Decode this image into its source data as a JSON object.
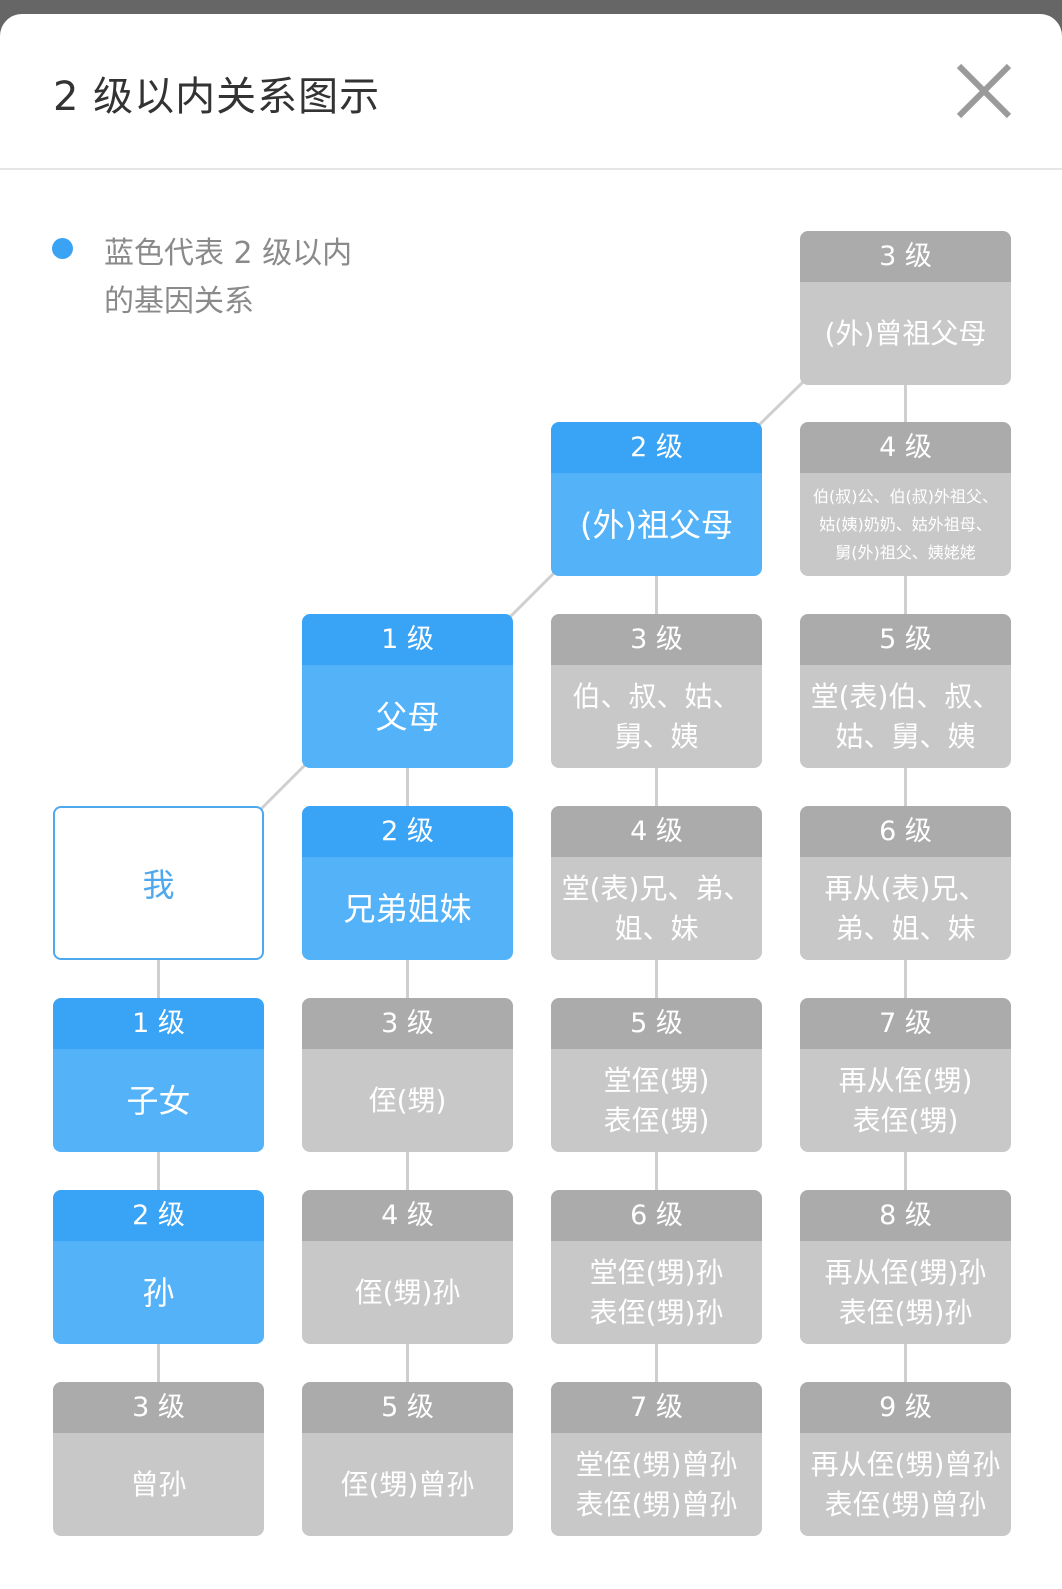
{
  "header": {
    "title": "2 级以内关系图示",
    "close_icon": "close-icon"
  },
  "legend": {
    "line1": "蓝色代表 2 级以内",
    "line2": "的基因关系",
    "color": "#3ba3f4"
  },
  "colors": {
    "blue_header": "#39a3f5",
    "blue_body": "#53b2f8",
    "gray_header": "#ababab",
    "gray_body": "#c8c8c8",
    "self_border": "#4ea8ee"
  },
  "cells": [
    {
      "level": "3 级",
      "lines": [
        "(外)曾祖父母"
      ],
      "type": "gray"
    },
    {
      "level": "2 级",
      "lines": [
        "(外)祖父母"
      ],
      "type": "blue"
    },
    {
      "level": "4 级",
      "lines": [
        "伯(叔)公、伯(叔)外祖父、",
        "姑(姨)奶奶、姑外祖母、",
        "舅(外)祖父、姨姥姥"
      ],
      "type": "gray"
    },
    {
      "level": "1 级",
      "lines": [
        "父母"
      ],
      "type": "blue"
    },
    {
      "level": "3 级",
      "lines": [
        "伯、叔、姑、",
        "舅、姨"
      ],
      "type": "gray"
    },
    {
      "level": "5 级",
      "lines": [
        "堂(表)伯、叔、",
        "姑、舅、姨"
      ],
      "type": "gray"
    },
    {
      "level": "",
      "lines": [
        "我"
      ],
      "type": "self"
    },
    {
      "level": "2 级",
      "lines": [
        "兄弟姐妹"
      ],
      "type": "blue"
    },
    {
      "level": "4 级",
      "lines": [
        "堂(表)兄、弟、",
        "姐、妹"
      ],
      "type": "gray"
    },
    {
      "level": "6 级",
      "lines": [
        "再从(表)兄、",
        "弟、姐、妹"
      ],
      "type": "gray"
    },
    {
      "level": "1 级",
      "lines": [
        "子女"
      ],
      "type": "blue"
    },
    {
      "level": "3 级",
      "lines": [
        "侄(甥)"
      ],
      "type": "gray"
    },
    {
      "level": "5 级",
      "lines": [
        "堂侄(甥)",
        "表侄(甥)"
      ],
      "type": "gray"
    },
    {
      "level": "7 级",
      "lines": [
        "再从侄(甥)",
        "表侄(甥)"
      ],
      "type": "gray"
    },
    {
      "level": "2 级",
      "lines": [
        "孙"
      ],
      "type": "blue"
    },
    {
      "level": "4 级",
      "lines": [
        "侄(甥)孙"
      ],
      "type": "gray"
    },
    {
      "level": "6 级",
      "lines": [
        "堂侄(甥)孙",
        "表侄(甥)孙"
      ],
      "type": "gray"
    },
    {
      "level": "8 级",
      "lines": [
        "再从侄(甥)孙",
        "表侄(甥)孙"
      ],
      "type": "gray"
    },
    {
      "level": "3 级",
      "lines": [
        "曾孙"
      ],
      "type": "gray"
    },
    {
      "level": "5 级",
      "lines": [
        "侄(甥)曾孙"
      ],
      "type": "gray"
    },
    {
      "level": "7 级",
      "lines": [
        "堂侄(甥)曾孙",
        "表侄(甥)曾孙"
      ],
      "type": "gray"
    },
    {
      "level": "9 级",
      "lines": [
        "再从侄(甥)曾孙",
        "表侄(甥)曾孙"
      ],
      "type": "gray"
    }
  ]
}
